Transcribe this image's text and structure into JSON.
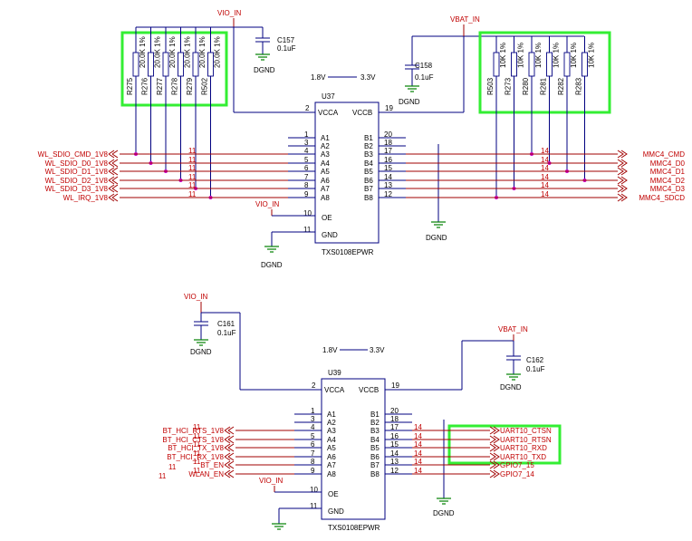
{
  "u37": {
    "ref": "U37",
    "part": "TXS0108EPWR",
    "vcca": "VCCA",
    "vccb": "VCCB",
    "gnd": "GND",
    "oe": "OE",
    "left_pins": [
      {
        "name": "A1",
        "num": "1"
      },
      {
        "name": "A2",
        "num": "3"
      },
      {
        "name": "A3",
        "num": "4"
      },
      {
        "name": "A4",
        "num": "5"
      },
      {
        "name": "A5",
        "num": "6"
      },
      {
        "name": "A6",
        "num": "7"
      },
      {
        "name": "A7",
        "num": "8"
      },
      {
        "name": "A8",
        "num": "9"
      }
    ],
    "right_pins": [
      {
        "name": "B1",
        "num": "20"
      },
      {
        "name": "B2",
        "num": "18"
      },
      {
        "name": "B3",
        "num": "17"
      },
      {
        "name": "B4",
        "num": "16"
      },
      {
        "name": "B5",
        "num": "15"
      },
      {
        "name": "B6",
        "num": "14"
      },
      {
        "name": "B7",
        "num": "13"
      },
      {
        "name": "B8",
        "num": "12"
      }
    ],
    "vcca_num": "2",
    "vccb_num": "19",
    "oe_num": "10",
    "gnd_num": "11",
    "left_nets": [
      "WL_SDIO_CMD_1V8",
      "WL_SDIO_D0_1V8",
      "WL_SDIO_D1_1V8",
      "WL_SDIO_D2_1V8",
      "WL_SDIO_D3_1V8",
      "WL_IRQ_1V8"
    ],
    "left_net_pages": [
      "11",
      "11",
      "11",
      "11",
      "11",
      "11"
    ],
    "right_nets": [
      "MMC4_CMD",
      "MMC4_D0",
      "MMC4_D1",
      "MMC4_D2",
      "MMC4_D3",
      "MMC4_SDCD"
    ],
    "right_net_pages": [
      "14",
      "14",
      "14",
      "14",
      "14",
      "14"
    ],
    "voltage_a": "1.8V",
    "voltage_b": "3.3V"
  },
  "u39": {
    "ref": "U39",
    "part": "TXS0108EPWR",
    "vcca": "VCCA",
    "vccb": "VCCB",
    "gnd": "GND",
    "oe": "OE",
    "left_pins": [
      {
        "name": "A1",
        "num": "1"
      },
      {
        "name": "A2",
        "num": "3"
      },
      {
        "name": "A3",
        "num": "4"
      },
      {
        "name": "A4",
        "num": "5"
      },
      {
        "name": "A5",
        "num": "6"
      },
      {
        "name": "A6",
        "num": "7"
      },
      {
        "name": "A7",
        "num": "8"
      },
      {
        "name": "A8",
        "num": "9"
      }
    ],
    "right_pins": [
      {
        "name": "B1",
        "num": "20"
      },
      {
        "name": "B2",
        "num": "18"
      },
      {
        "name": "B3",
        "num": "17"
      },
      {
        "name": "B4",
        "num": "16"
      },
      {
        "name": "B5",
        "num": "15"
      },
      {
        "name": "B6",
        "num": "14"
      },
      {
        "name": "B7",
        "num": "13"
      },
      {
        "name": "B8",
        "num": "12"
      }
    ],
    "vcca_num": "2",
    "vccb_num": "19",
    "oe_num": "10",
    "gnd_num": "11",
    "left_nets": [
      "BT_HCI_RTS_1V8",
      "BT_HCI_CTS_1V8",
      "BT_HCI_TX_1V8",
      "BT_HCI_RX_1V8",
      "BT_EN",
      "WLAN_EN"
    ],
    "left_net_pages": [
      "11",
      "11",
      "11",
      "11",
      "11",
      "11"
    ],
    "right_nets": [
      "UART10_CTSN",
      "UART10_RTSN",
      "UART10_RXD",
      "UART10_TXD",
      "GPIO7_15",
      "GPIO7_14"
    ],
    "right_net_pages": [
      "14",
      "14",
      "14",
      "14",
      "14",
      "14"
    ],
    "voltage_a": "1.8V",
    "voltage_b": "3.3V"
  },
  "resistors_left": [
    {
      "ref": "R275",
      "value": "20.0K 1%"
    },
    {
      "ref": "R276",
      "value": "20.0K 1%"
    },
    {
      "ref": "R277",
      "value": "20.0K 1%"
    },
    {
      "ref": "R278",
      "value": "20.0K 1%"
    },
    {
      "ref": "R279",
      "value": "20.0K 1%"
    },
    {
      "ref": "R502",
      "value": "20.0K 1%"
    }
  ],
  "resistors_right": [
    {
      "ref": "R503",
      "value": "10K 1%"
    },
    {
      "ref": "R273",
      "value": "10K 1%"
    },
    {
      "ref": "R280",
      "value": "10K 1%"
    },
    {
      "ref": "R281",
      "value": "10K 1%"
    },
    {
      "ref": "R282",
      "value": "10K 1%"
    },
    {
      "ref": "R283",
      "value": "10K 1%"
    }
  ],
  "caps": {
    "c157": {
      "ref": "C157",
      "value": "0.1uF"
    },
    "c158": {
      "ref": "C158",
      "value": "0.1uF"
    },
    "c161": {
      "ref": "C161",
      "value": "0.1uF"
    },
    "c162": {
      "ref": "C162",
      "value": "0.1uF"
    }
  },
  "power": {
    "vio_in": "VIO_IN",
    "vbat_in": "VBAT_IN",
    "dgnd": "DGND"
  },
  "page_left_side": {
    "n1": "11",
    "n2": "11"
  },
  "colors": {
    "wire": "#000080",
    "net": "#c00000",
    "highlight": "#33ee33",
    "junction": "#cc00cc",
    "ground": "#008000"
  }
}
